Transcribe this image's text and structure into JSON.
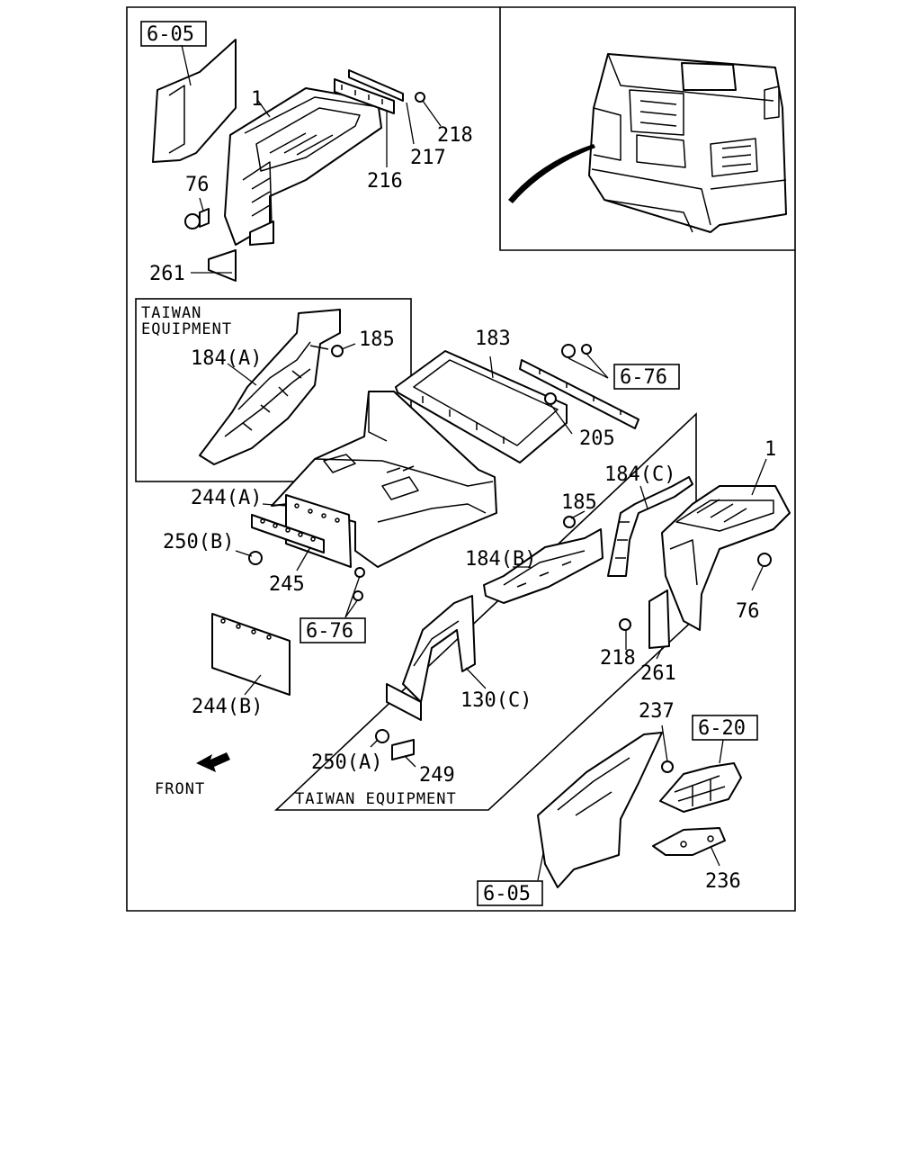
{
  "labels": {
    "ref_605_top": "6-05",
    "ref_605_bottom": "6-05",
    "ref_676_right": "6-76",
    "ref_676_left": "6-76",
    "ref_620": "6-20",
    "p1_left": "1",
    "p1_right": "1",
    "p76_left": "76",
    "p76_right": "76",
    "p216": "216",
    "p217": "217",
    "p218_top": "218",
    "p218_right": "218",
    "p261_left": "261",
    "p261_right": "261",
    "p183": "183",
    "p205": "205",
    "p184a": "184(A)",
    "p184b": "184(B)",
    "p184c": "184(C)",
    "p185_left": "185",
    "p185_right": "185",
    "p244a": "244(A)",
    "p244b": "244(B)",
    "p245": "245",
    "p250a": "250(A)",
    "p250b": "250(B)",
    "p249": "249",
    "p130c": "130(C)",
    "p237": "237",
    "p236": "236"
  },
  "notes": {
    "taiwan_box_line1": "TAIWAN",
    "taiwan_box_line2": "EQUIPMENT",
    "taiwan_panel": "TAIWAN EQUIPMENT",
    "front": "FRONT"
  }
}
